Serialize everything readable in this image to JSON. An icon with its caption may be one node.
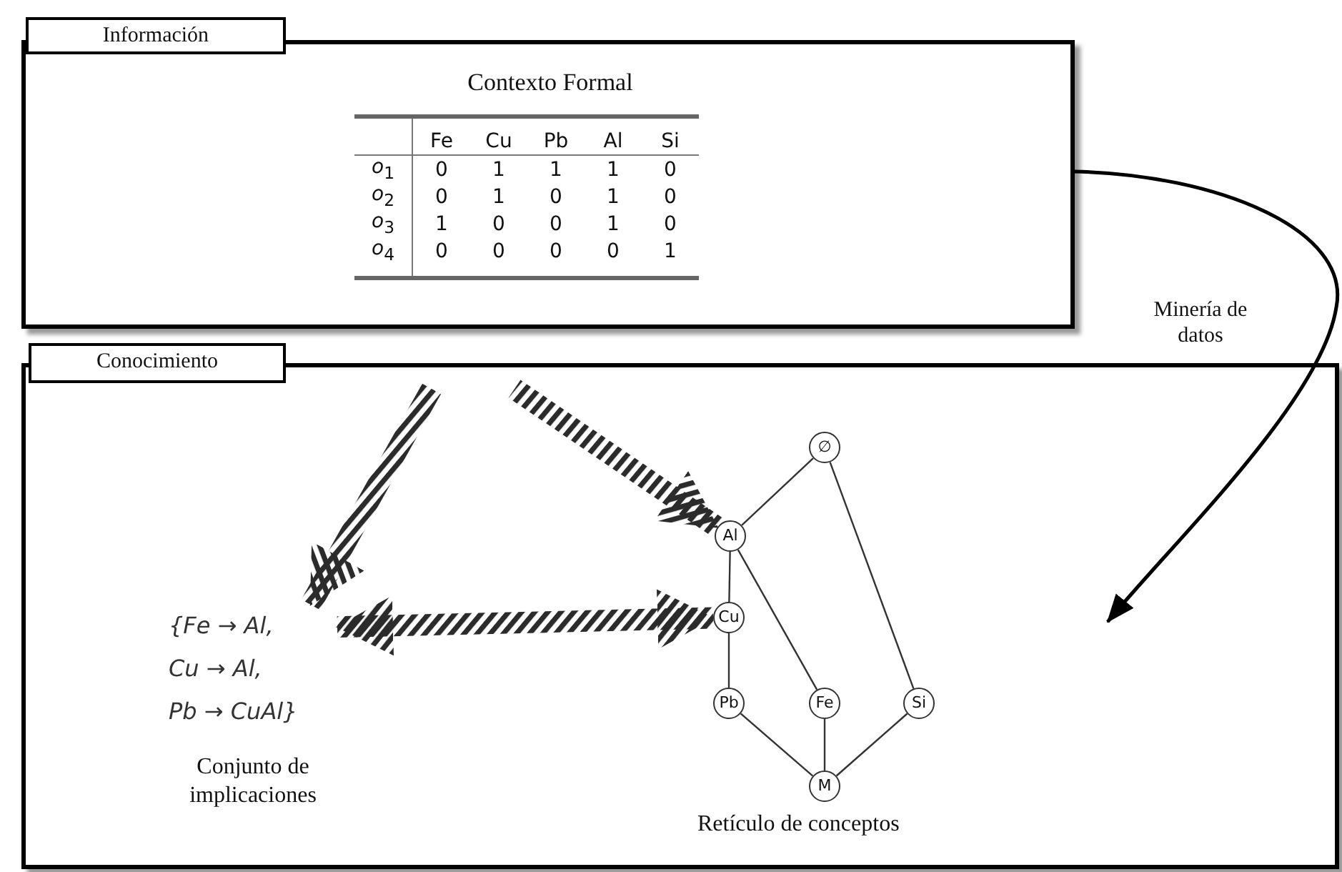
{
  "diagram": {
    "nodes": [
      {
        "text": [
          "Información",
          "Contexto Formal"
        ]
      },
      {
        "text": [
          "Conocimiento"
        ]
      },
      {
        "text": [
          "{Fe → Al, Cu → Al, Pb → CuAl}"
        ],
        "beside": [
          "Conjunto de implicaciones"
        ],
        "in": 1
      },
      {
        "text": [
          "∅"
        ],
        "in": 1
      },
      {
        "text": [
          "Al"
        ],
        "in": 1
      },
      {
        "text": [
          "Cu"
        ],
        "in": 1
      },
      {
        "text": [
          "Pb"
        ],
        "in": 1
      },
      {
        "text": [
          "Fe"
        ],
        "in": 1
      },
      {
        "text": [
          "Si"
        ],
        "in": 1
      },
      {
        "text": [
          "M"
        ],
        "in": 1
      }
    ],
    "edges": [
      {
        "from": 0,
        "to": null,
        "arrow": "to",
        "label": "Minería de datos"
      },
      {
        "from": null,
        "to": 2,
        "arrow": "to",
        "style": "thick"
      },
      {
        "from": null,
        "to": 4,
        "arrow": "to",
        "style": "thick"
      },
      {
        "from": 2,
        "to": 5,
        "arrow": "both",
        "style": "thick"
      },
      {
        "from": 3,
        "to": 4,
        "arrow": "none"
      },
      {
        "from": 3,
        "to": 8,
        "arrow": "none"
      },
      {
        "from": 4,
        "to": 5,
        "arrow": "none"
      },
      {
        "from": 4,
        "to": 7,
        "arrow": "none"
      },
      {
        "from": 5,
        "to": 6,
        "arrow": "none"
      },
      {
        "from": 6,
        "to": 9,
        "arrow": "none"
      },
      {
        "from": 7,
        "to": 9,
        "arrow": "none"
      },
      {
        "from": 8,
        "to": 9,
        "arrow": "none"
      }
    ],
    "labels": [
      "Fe",
      "Cu",
      "Pb",
      "Al",
      "Si",
      "*o*$_{1}$",
      "0",
      "1",
      "1",
      "1",
      "0",
      "*o*$_{2}$",
      "0",
      "1",
      "0",
      "1",
      "0",
      "*o*$_{3}$",
      "1",
      "0",
      "0",
      "1",
      "0",
      "*o*$_{4}$",
      "0",
      "0",
      "0",
      "0",
      "1",
      "Retículo de conceptos"
    ]
  }
}
